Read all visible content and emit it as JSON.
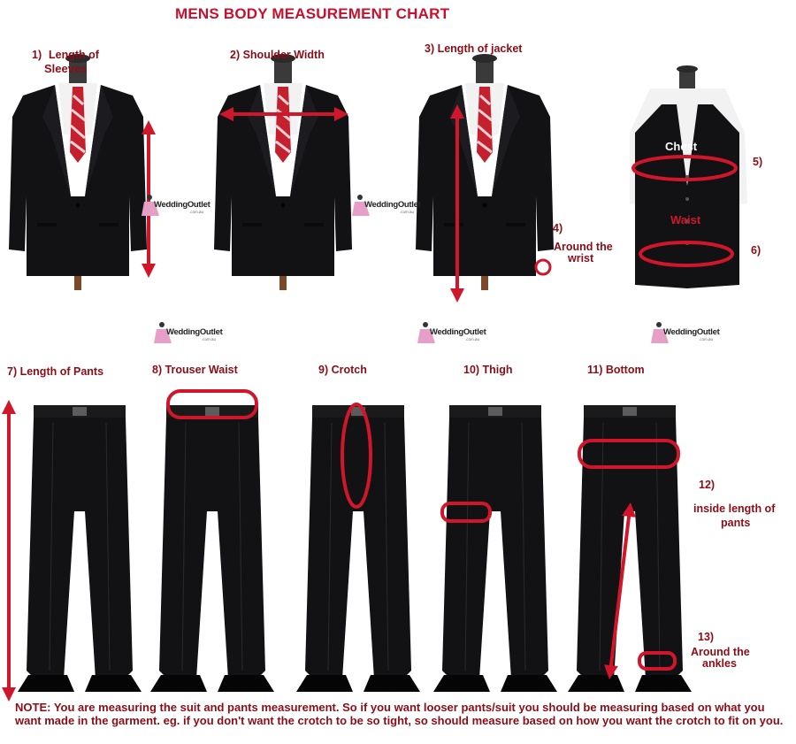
{
  "title": "MENS BODY MEASUREMENT CHART",
  "labels": {
    "m1_num": "1)",
    "m1_text_a": "Length of",
    "m1_text_b": "Sleeves",
    "m2": "2)   Shoulder Width",
    "m3": "3)   Length of jacket",
    "m4_num": "4)",
    "m4_text_a": "Around the",
    "m4_text_b": "wrist",
    "m5_num": "5)",
    "m5_text": "Chest",
    "m6_num": "6)",
    "m6_text": "Waist",
    "m7": "7)  Length of Pants",
    "m8": "8)    Trouser Waist",
    "m9": "9)    Crotch",
    "m10": "10)   Thigh",
    "m11": "11)    Bottom",
    "m12_num": "12)",
    "m12_text_a": "inside length of",
    "m12_text_b": "pants",
    "m13_num": "13)",
    "m13_text_a": "Around the",
    "m13_text_b": "ankles"
  },
  "logo": {
    "name": "WeddingOutlet",
    "domain": ".com.au"
  },
  "note": "NOTE: You are measuring the suit and pants measurement. So if you want looser pants/suit you should be measuring based on what you want made in the garment. eg. if you don't want the crotch to be so tight, so should measure based on how you want the crotch to fit on you.",
  "colors": {
    "label": "#8b0d16",
    "title": "#c8102e",
    "marker": "#d0162a",
    "garment": "#121214",
    "lapel": "#1c1c20",
    "shirt": "#f2f2f2",
    "mannequin": "#3a3a3a"
  }
}
